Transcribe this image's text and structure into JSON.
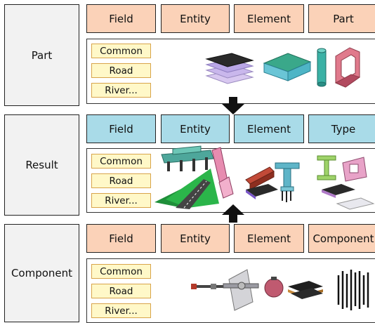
{
  "sections": [
    {
      "label": "Part",
      "headers": [
        "Field",
        "Entity",
        "Element",
        "Part"
      ],
      "header_color": "#fbd2b8",
      "tags": [
        "Common",
        "Road",
        "River..."
      ]
    },
    {
      "label": "Result",
      "headers": [
        "Field",
        "Entity",
        "Element",
        "Type"
      ],
      "header_color": "#a9dbe8",
      "tags": [
        "Common",
        "Road",
        "River..."
      ]
    },
    {
      "label": "Component",
      "headers": [
        "Field",
        "Entity",
        "Element",
        "Component"
      ],
      "header_color": "#fbd2b8",
      "tags": [
        "Common",
        "Road",
        "River..."
      ]
    }
  ],
  "arrows": [
    "down-arrow-icon",
    "up-arrow-icon"
  ]
}
